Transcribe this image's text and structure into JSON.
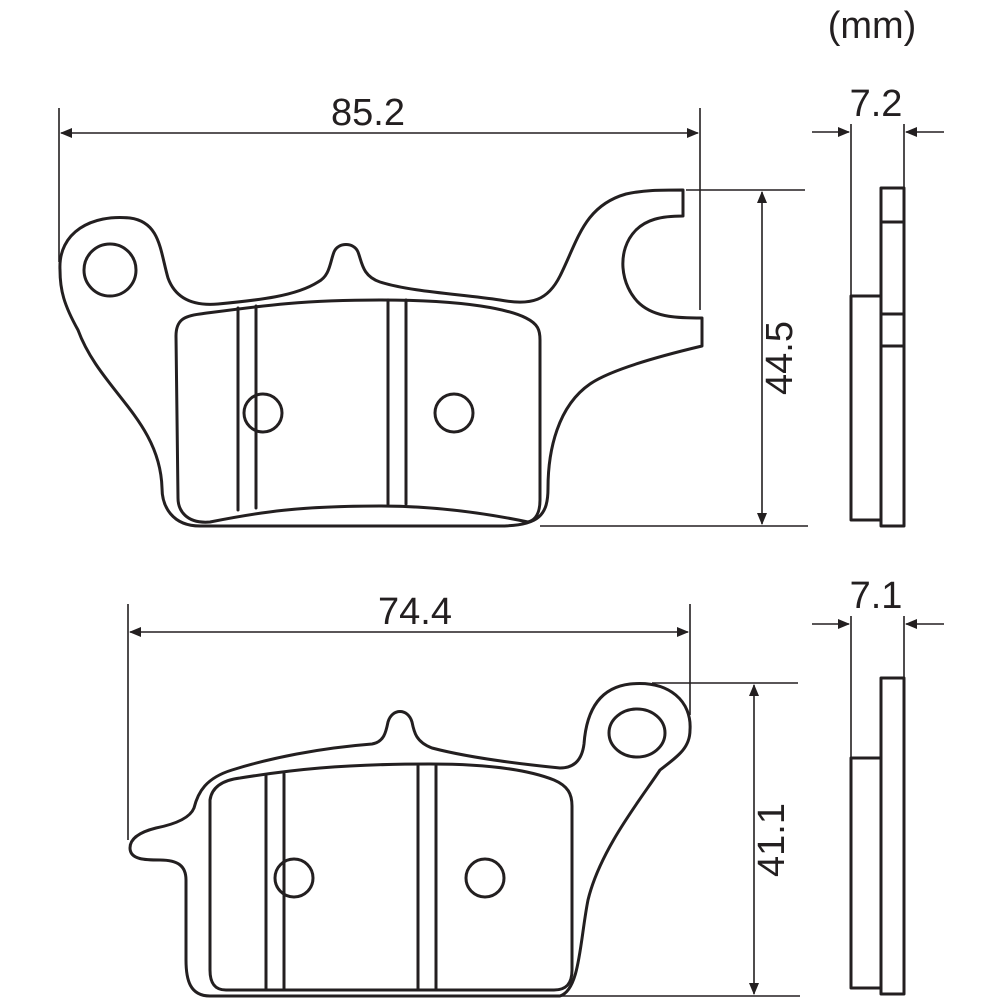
{
  "unit_label": "(mm)",
  "pads": [
    {
      "id": "front",
      "width_label": "85.2",
      "height_label": "44.5",
      "thickness_label": "7.2"
    },
    {
      "id": "rear",
      "width_label": "74.4",
      "height_label": "41.1",
      "thickness_label": "7.1"
    }
  ],
  "colors": {
    "line": "#231f20",
    "background": "#ffffff"
  }
}
